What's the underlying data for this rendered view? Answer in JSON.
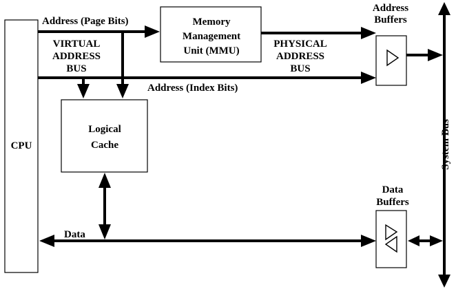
{
  "diagram": {
    "nodes": {
      "cpu": "CPU",
      "mmu": [
        "Memory",
        "Management",
        "Unit (MMU)"
      ],
      "cache": [
        "Logical",
        "Cache"
      ],
      "address_buffers": [
        "Address",
        "Buffers"
      ],
      "data_buffers": [
        "Data",
        "Buffers"
      ],
      "system_bus": "System Bus"
    },
    "labels": {
      "address_page_bits": "Address (Page Bits)",
      "virtual_address_bus": [
        "VIRTUAL",
        "ADDRESS",
        "BUS"
      ],
      "physical_address_bus": [
        "PHYSICAL",
        "ADDRESS",
        "BUS"
      ],
      "address_index_bits": "Address (Index Bits)",
      "data": "Data"
    }
  }
}
